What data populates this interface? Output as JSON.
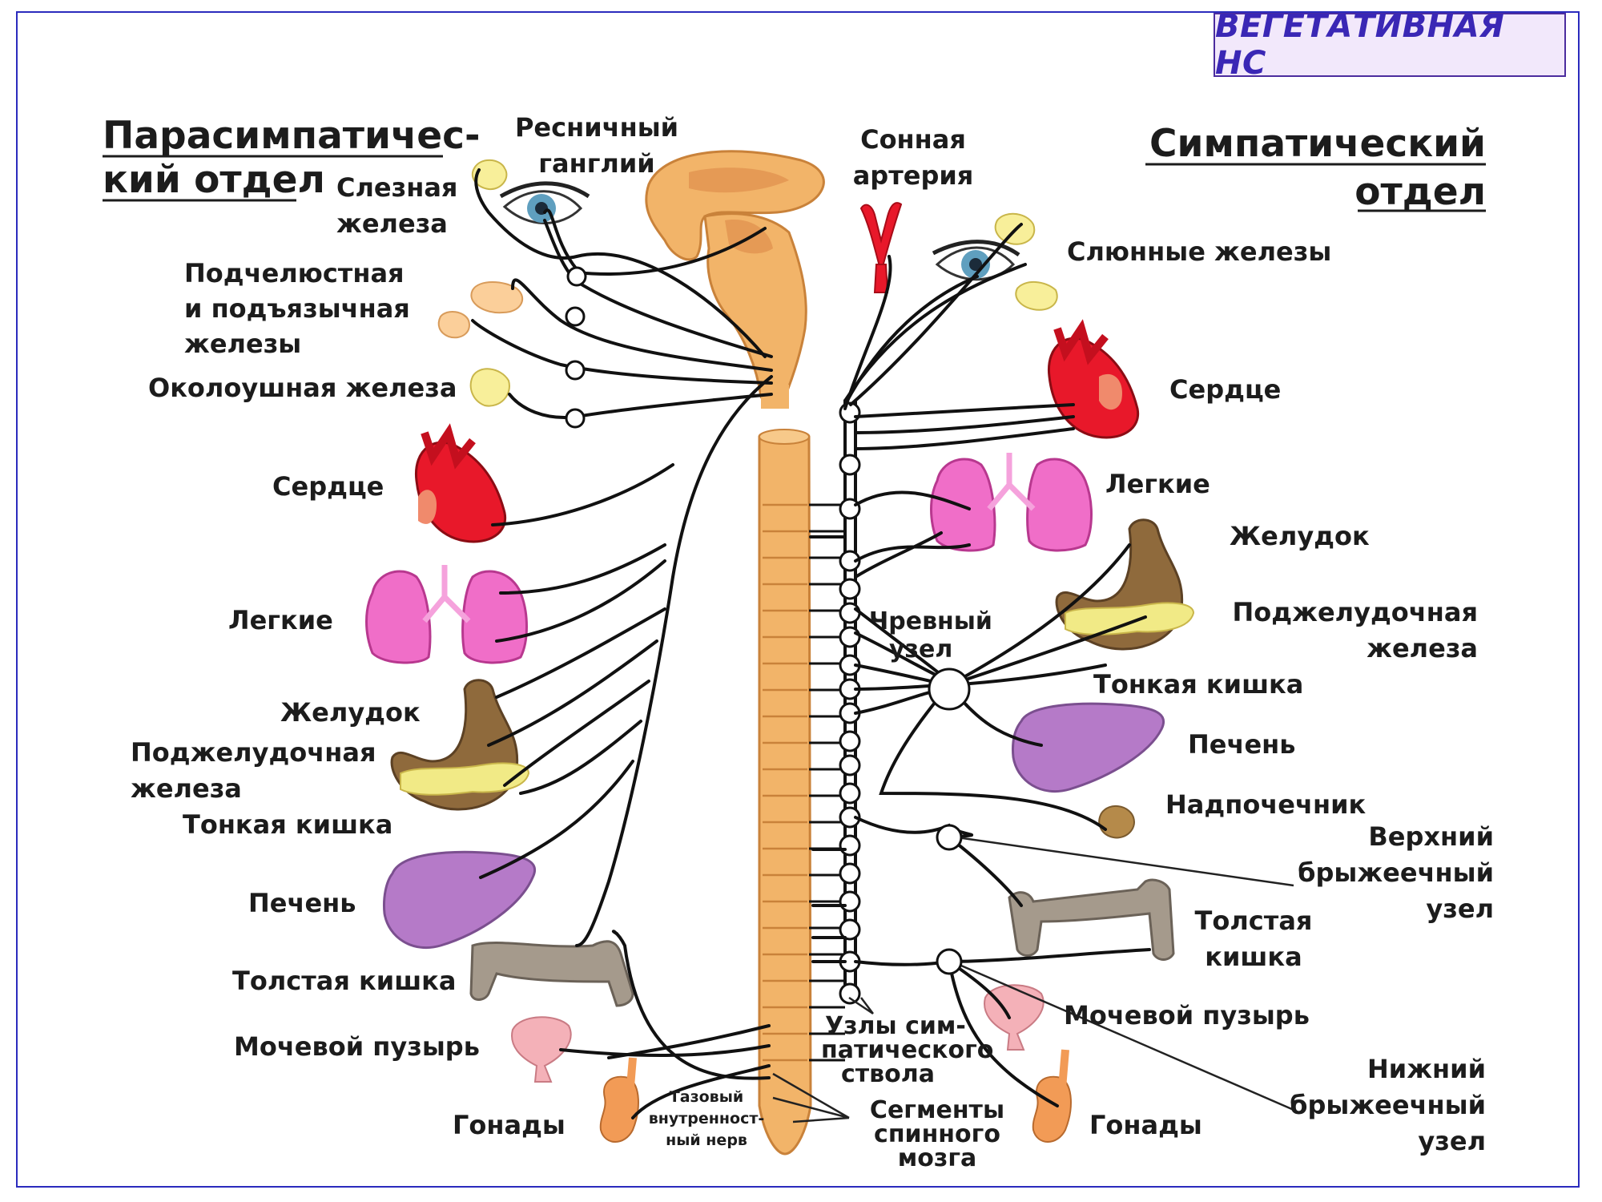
{
  "header": {
    "title": "ВЕГЕТАТИВНАЯ НС"
  },
  "divisions": {
    "parasympathetic": [
      "Парасимпатичес-",
      "кий отдел"
    ],
    "sympathetic": [
      "Симпатический",
      "отдел"
    ]
  },
  "labels": {
    "ciliary_ganglion": [
      "Ресничный",
      "ганглий"
    ],
    "carotid_artery": [
      "Сонная",
      "артерия"
    ],
    "lacrimal_gland": [
      "Слезная",
      "железа"
    ],
    "submandibular_glands": [
      "Подчелюстная",
      "и подъязычная",
      "железы"
    ],
    "parotid_gland": "Околоушная железа",
    "heart_left": "Сердце",
    "lungs_left": "Легкие",
    "stomach_left": "Желудок",
    "pancreas_left": [
      "Поджелудочная",
      "железа"
    ],
    "small_intestine_left": "Тонкая кишка",
    "liver_left": "Печень",
    "colon_left": "Толстая кишка",
    "bladder_left": "Мочевой пузырь",
    "gonads_left": "Гонады",
    "pelvic_nerve": [
      "Тазовый",
      "внутренност-",
      "ный нерв"
    ],
    "salivary_glands": "Слюнные железы",
    "heart_right": "Сердце",
    "lungs_right": "Легкие",
    "stomach_right": "Желудок",
    "pancreas_right": [
      "Поджелудочная",
      "железа"
    ],
    "celiac_ganglion": [
      "Чревный",
      "узел"
    ],
    "small_intestine_right": "Тонкая кишка",
    "liver_right": "Печень",
    "adrenal": "Надпочечник",
    "superior_mesenteric": [
      "Верхний",
      "брыжеечный",
      "узел"
    ],
    "colon_right": [
      "Толстая",
      "кишка"
    ],
    "bladder_right": "Мочевой пузырь",
    "inferior_mesenteric": [
      "Нижний",
      "брыжеечный",
      "узел"
    ],
    "gonads_right": "Гонады",
    "trunk_ganglia": [
      "Узлы сим-",
      "патического",
      "ствола"
    ],
    "spinal_segments": [
      "Сегменты",
      "спинного",
      "мозга"
    ]
  },
  "colors": {
    "frame": "#2b2bbd",
    "title_text": "#3a27b5",
    "title_bg": "#f2e8fb",
    "spine": "#f2b469",
    "heart": "#e8182a",
    "lungs": "#f06ec8",
    "stomach": "#8f6a3c",
    "pancreas": "#f1ea86",
    "liver": "#b57ac8",
    "colon": "#a59a8c",
    "bladder": "#f4b1b8",
    "gonads": "#f29b56",
    "gland": "#f8ef9a"
  }
}
